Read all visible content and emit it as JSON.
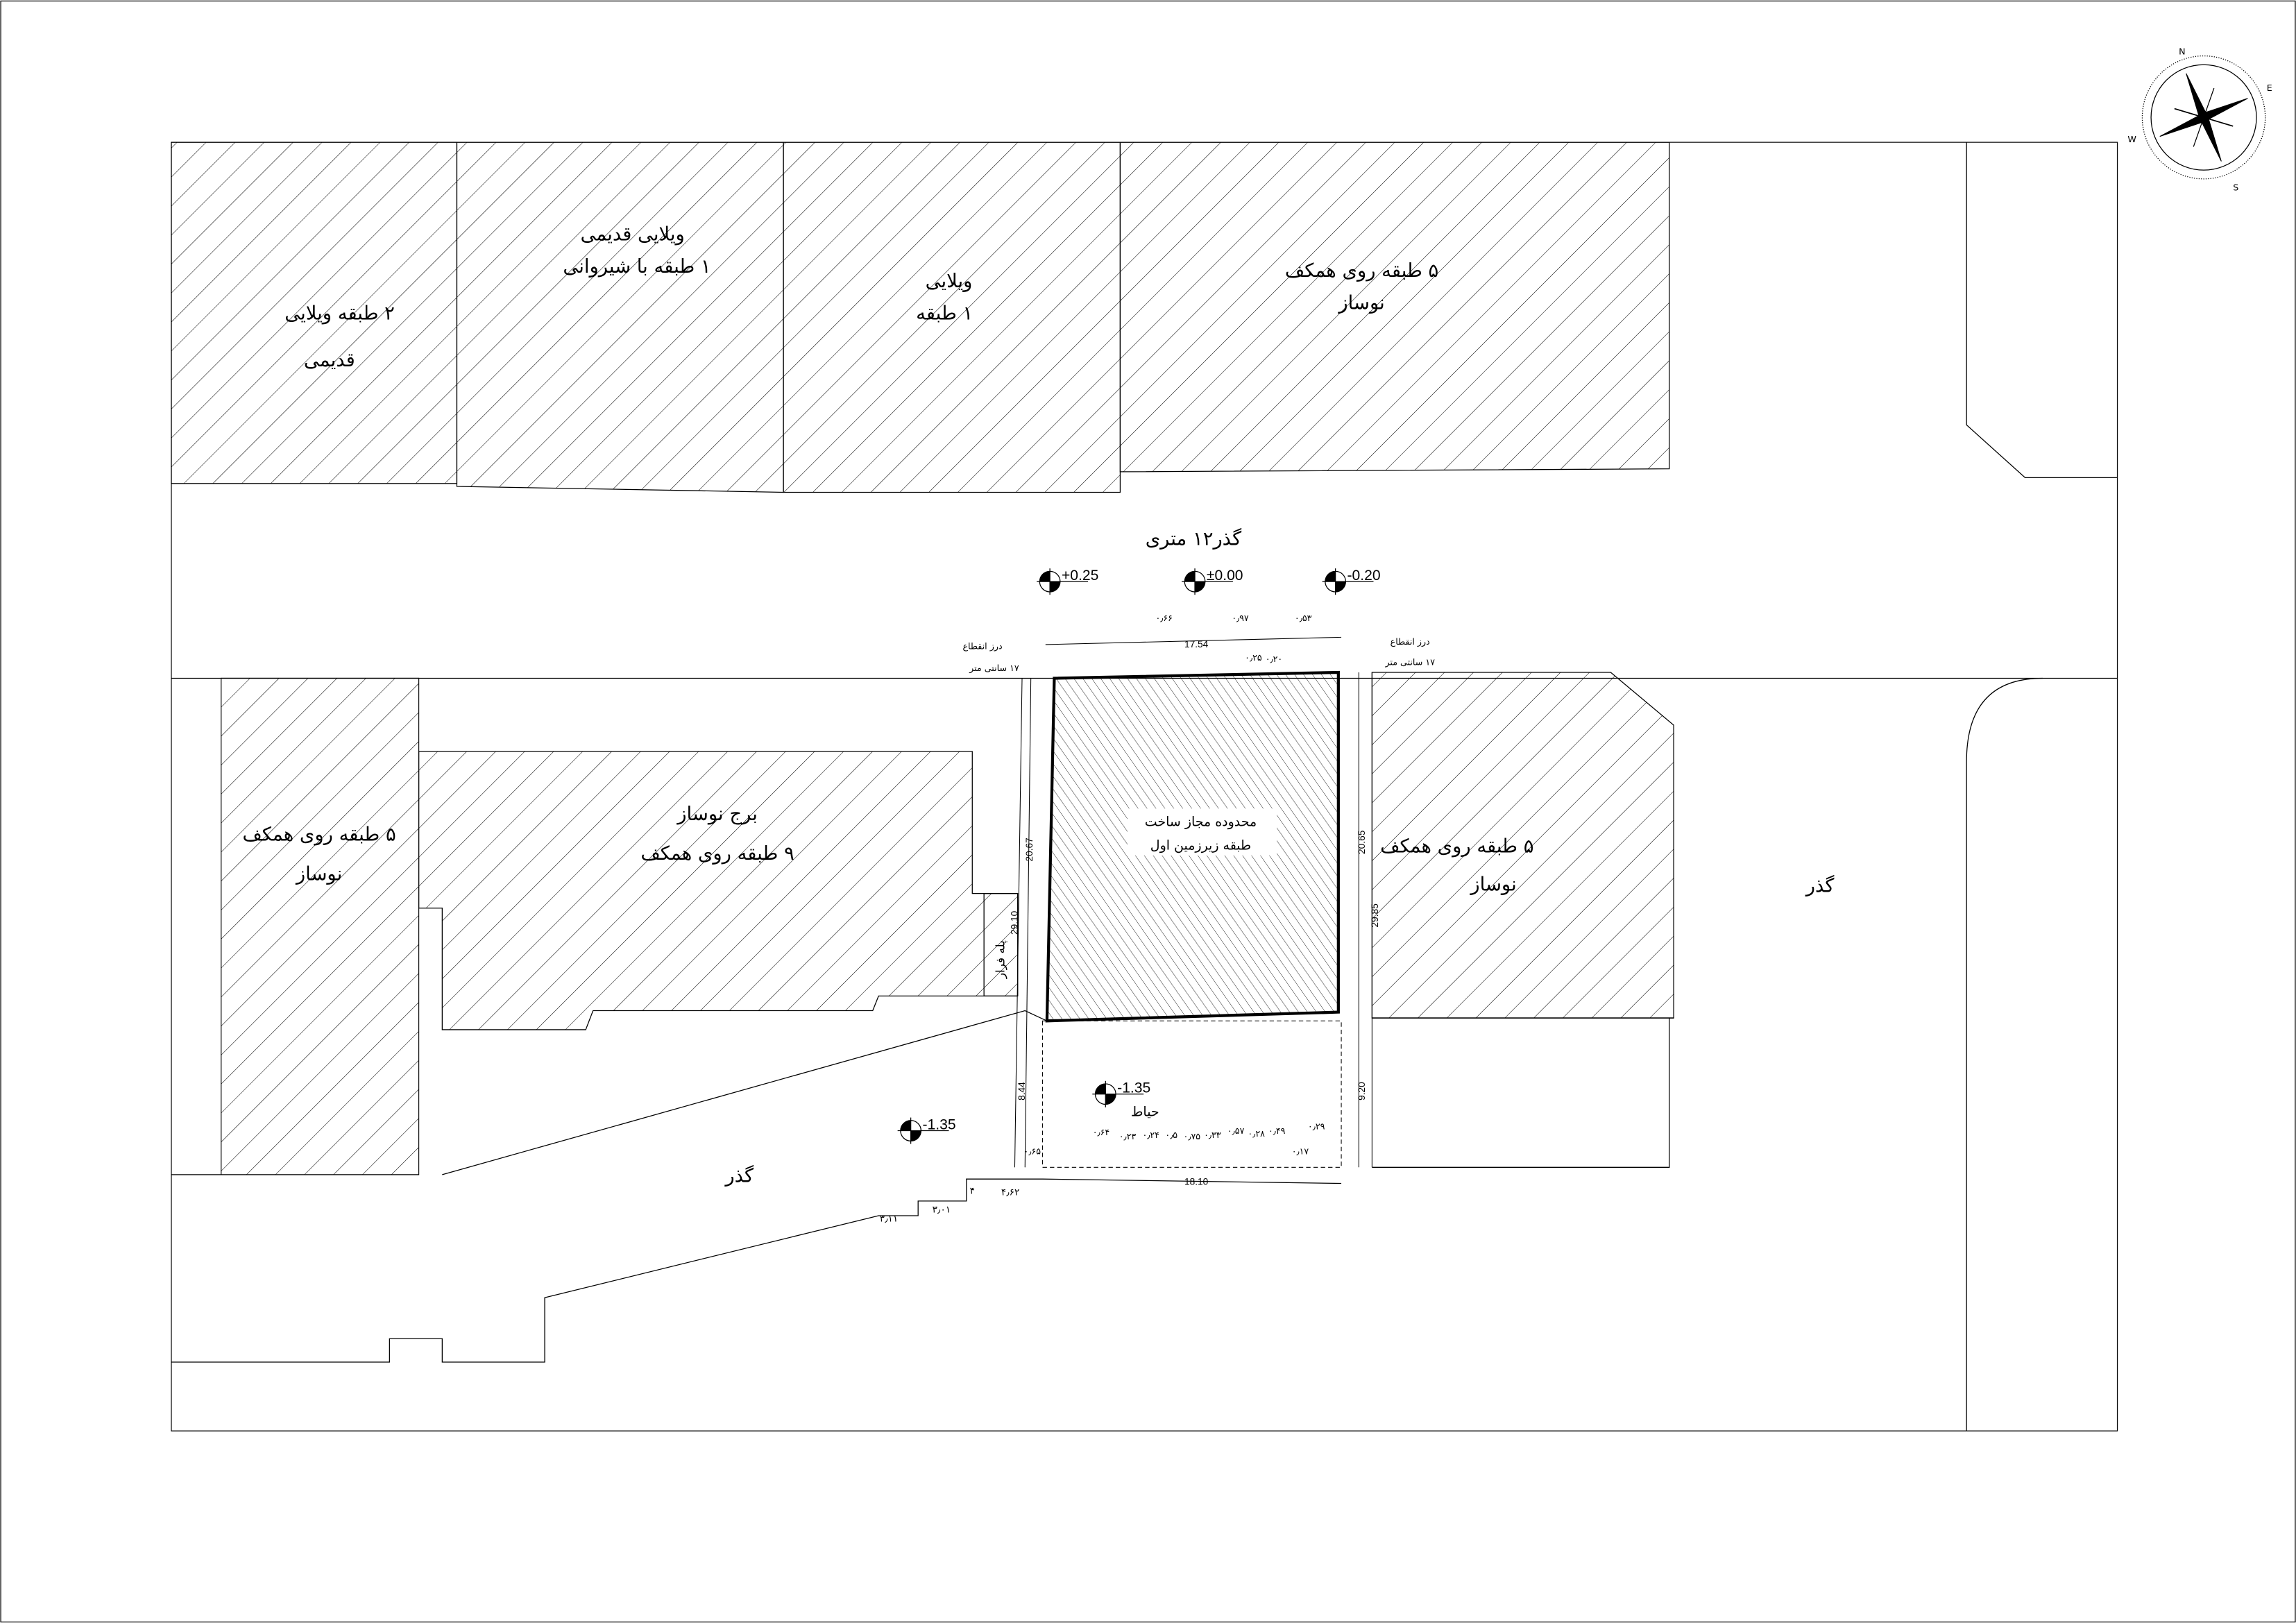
{
  "street_top": "گذر۱۲ متری",
  "street_right": "گذر",
  "street_bottom": "گذر",
  "buildings": {
    "b1": [
      "۲ طبقه ویلایی",
      "قدیمی"
    ],
    "b2": [
      "ویلایی قدیمی",
      "۱ طبقه با شیروانی"
    ],
    "b3": [
      "ویلایی",
      "۱ طبقه"
    ],
    "b4": [
      "۵ طبقه روی همکف",
      "نوساز"
    ],
    "left": [
      "۵ طبقه روی همکف",
      "نوساز"
    ],
    "tower": [
      "برج نوساز",
      "۹ طبقه روی همکف"
    ],
    "right": [
      "۵ طبقه روی همکف",
      "نوساز"
    ]
  },
  "site": [
    "محدوده مجاز ساخت",
    "طبقه زیرزمین اول"
  ],
  "escape_stair": "پله فرار",
  "yard": "حیاط",
  "joint_left": [
    "درز انقطاع",
    "۱۷ سانتی متر"
  ],
  "joint_right": [
    "درز انقطاع",
    "۱۷ سانتی متر"
  ],
  "elevations": {
    "e1": "+0.25",
    "e2": "±0.00",
    "e3": "-0.20",
    "yard": "-1.35",
    "street": "-1.35"
  },
  "spot_top": [
    "۰٫۶۶",
    "۰٫۹۷",
    "۰٫۵۳",
    "۰٫۲۵",
    "۰٫۲۰"
  ],
  "spot_yard": [
    "۰٫۶۴",
    "۰٫۲۳",
    "۰٫۲۴",
    "۰٫۵",
    "۰٫۷۵",
    "۰٫۳۳",
    "۰٫۵۷",
    "۰٫۲۸",
    "۰٫۴۹",
    "۰٫۲۹",
    "۰٫۱۷",
    "۰٫۶۵"
  ],
  "dimensions": {
    "top": "17.54",
    "left_a": "20.67",
    "left_b": "29.10",
    "right_a": "20.65",
    "right_b": "29.85",
    "yard_left": "8.44",
    "yard_right": "9.20",
    "bottom": "18.10",
    "step_a": "۴٫۶۲",
    "step_b": "۳٫۰۱",
    "step_c": "۳٫۱۱",
    "step_d": "۴"
  },
  "compass": {
    "n": "N",
    "e": "E",
    "s": "S",
    "w": "W"
  }
}
